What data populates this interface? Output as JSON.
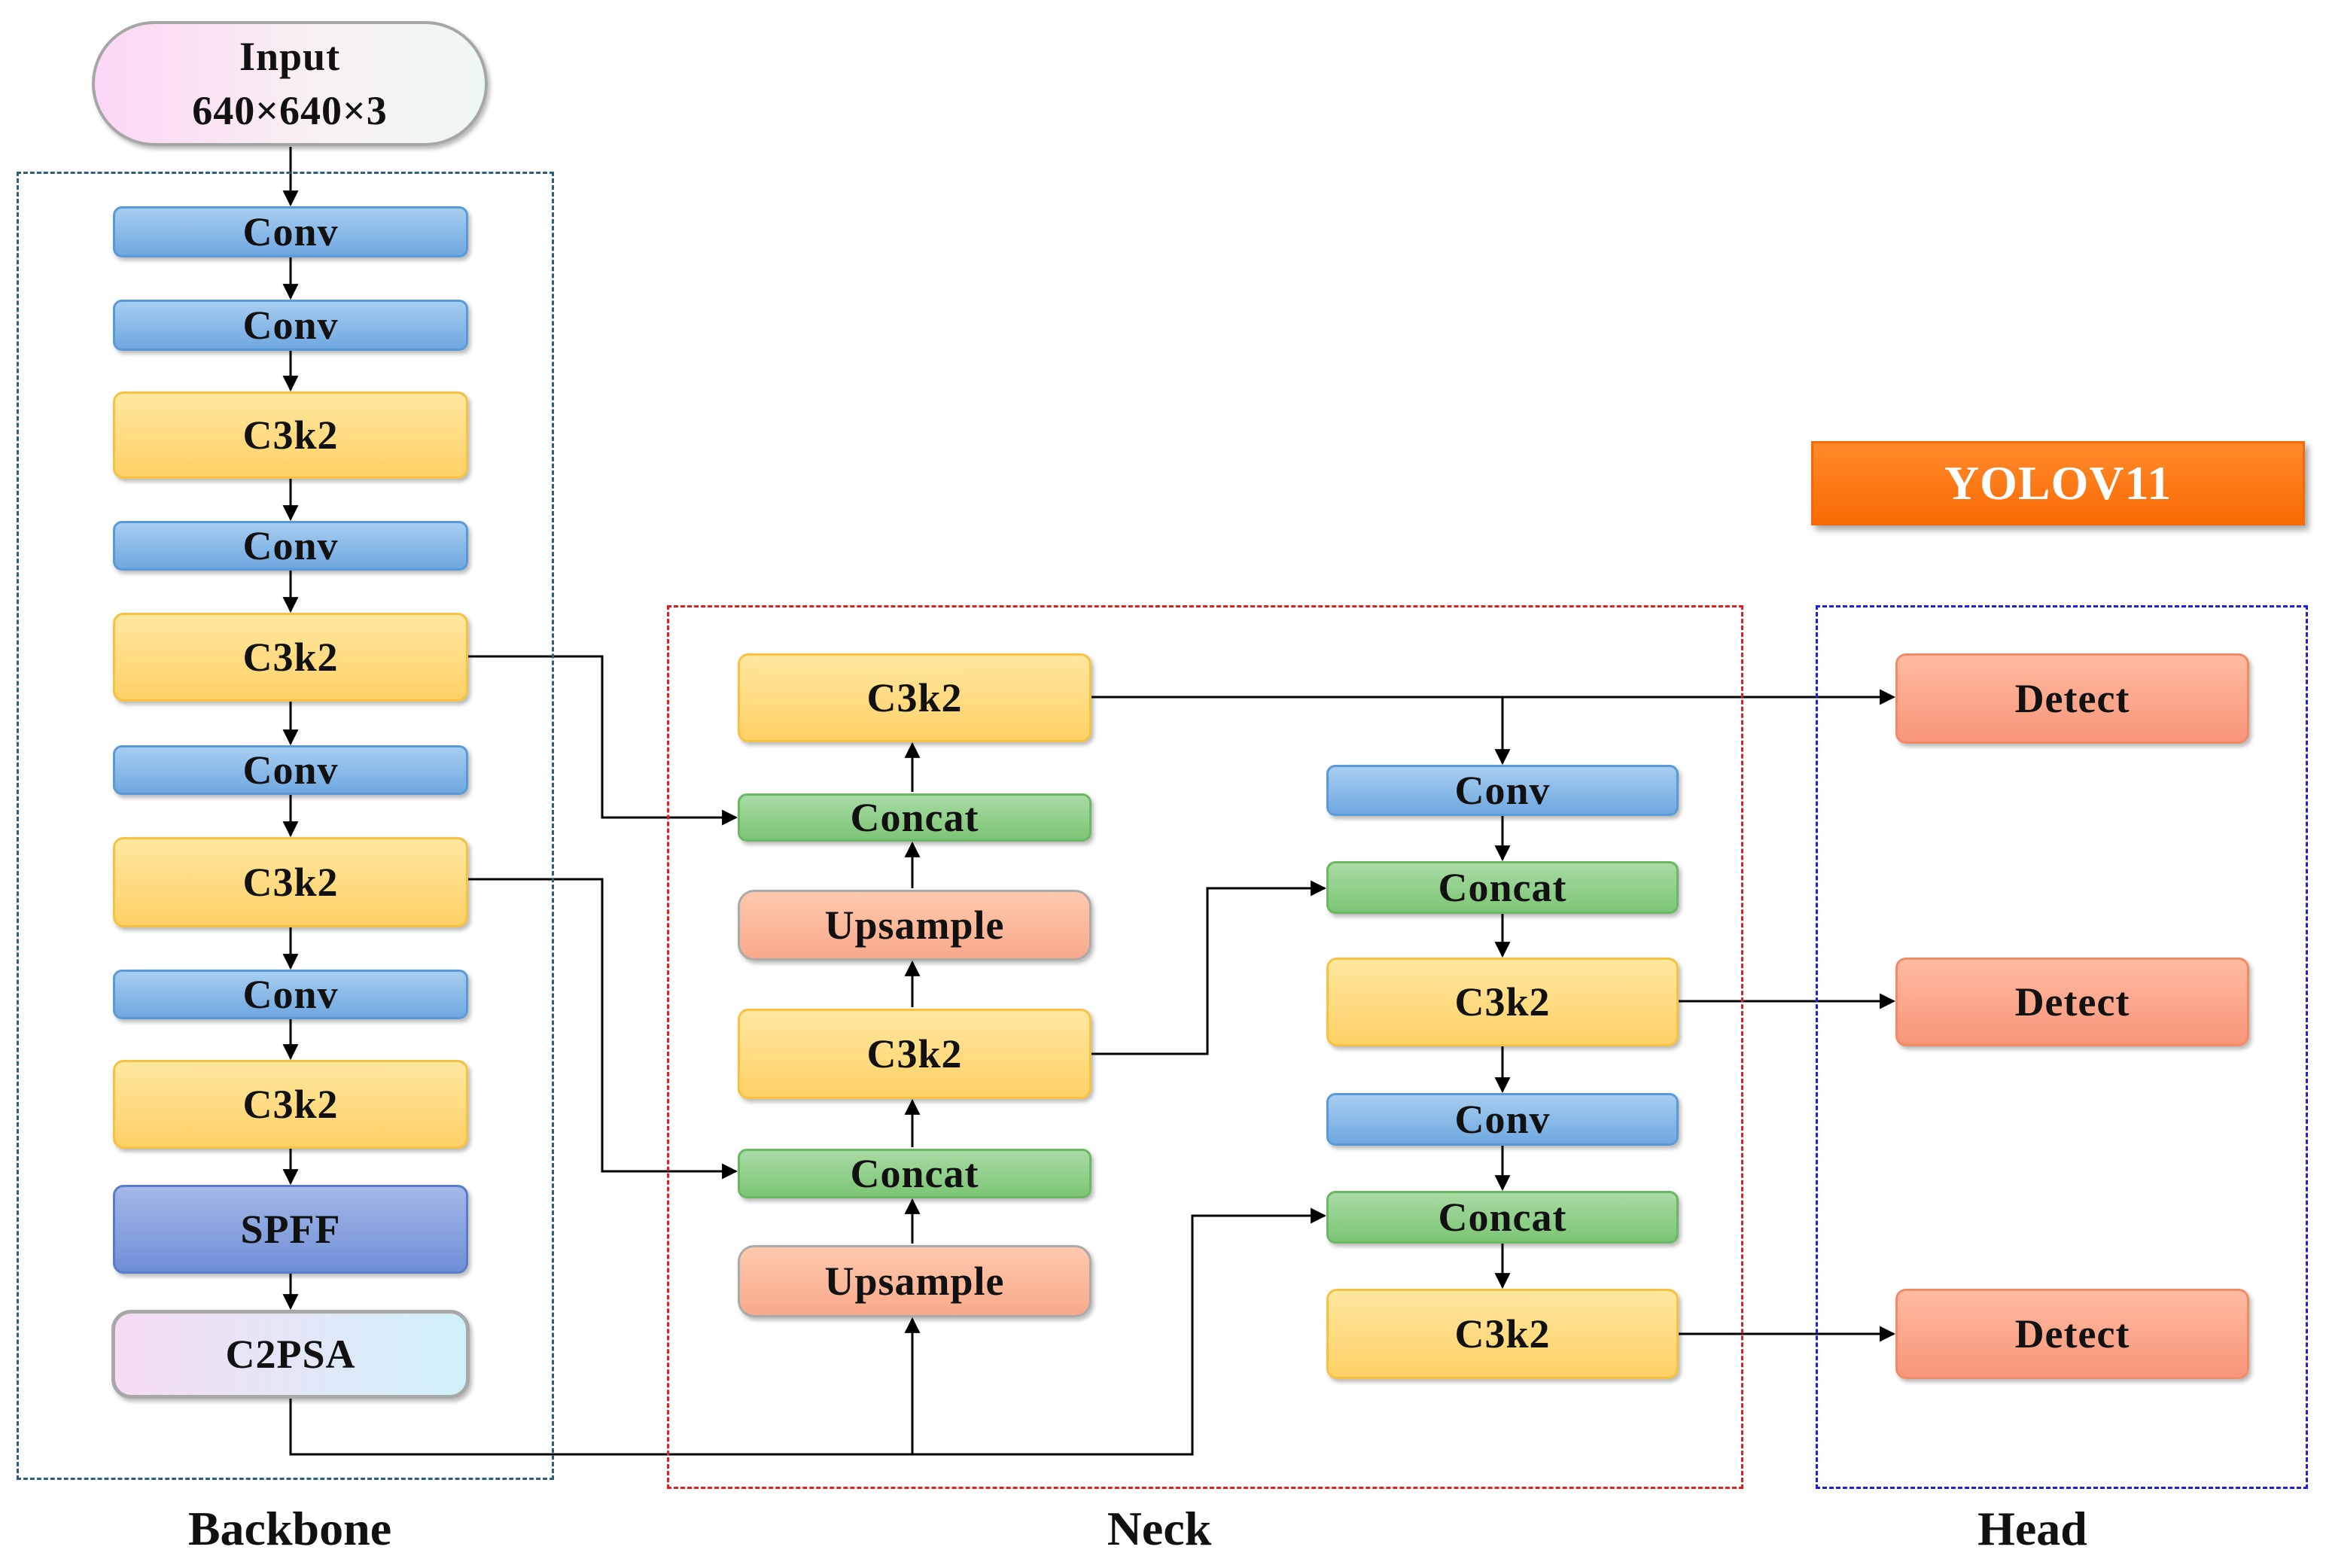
{
  "title": "YOLOV11",
  "input": {
    "line1": "Input",
    "line2": "640×640×3"
  },
  "sections": {
    "backbone": "Backbone",
    "neck": "Neck",
    "head": "Head"
  },
  "backbone": [
    "Conv",
    "Conv",
    "C3k2",
    "Conv",
    "C3k2",
    "Conv",
    "C3k2",
    "Conv",
    "C3k2",
    "SPFF",
    "C2PSA"
  ],
  "neck_left": [
    "C3k2",
    "Concat",
    "Upsample",
    "C3k2",
    "Concat",
    "Upsample"
  ],
  "neck_right": [
    "Conv",
    "Concat",
    "C3k2",
    "Conv",
    "Concat",
    "C3k2"
  ],
  "head": [
    "Detect",
    "Detect",
    "Detect"
  ],
  "colors": {
    "conv": "#6fa8e0",
    "c3k2": "#ffd166",
    "concat": "#7cc576",
    "upsample": "#f8a98a",
    "detect": "#f7957a",
    "spff": "#6f8fd6",
    "title": "#f96b06",
    "backbone_frame": "#2f5d7c",
    "neck_frame": "#e02020",
    "head_frame": "#2020e0"
  }
}
